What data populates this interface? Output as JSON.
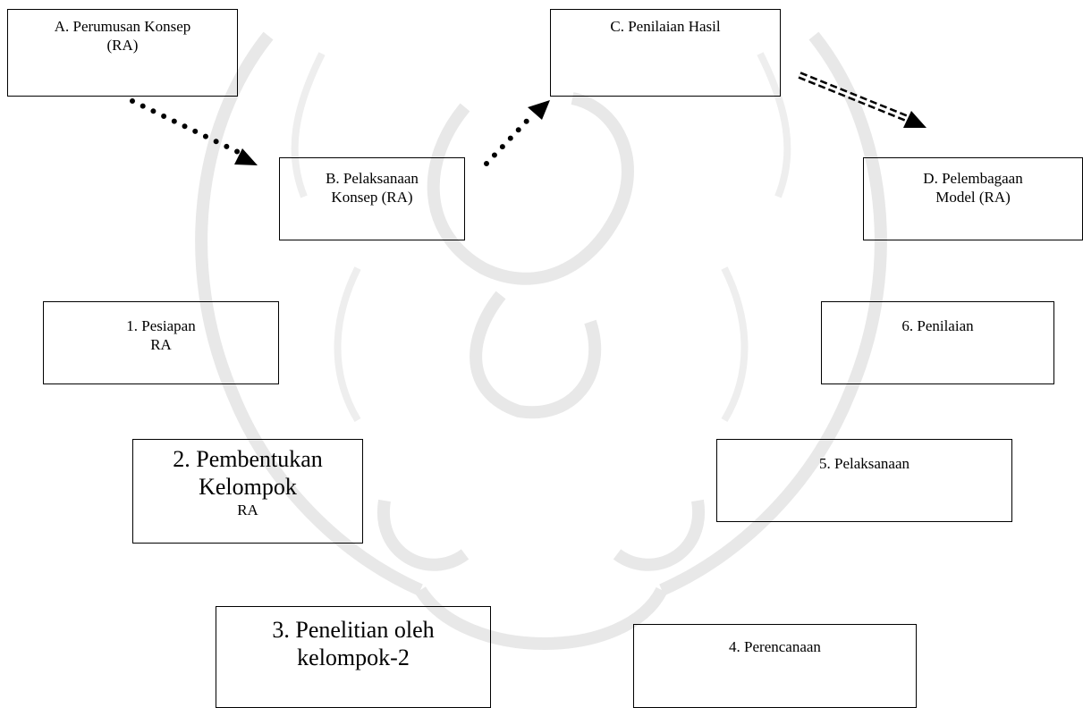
{
  "boxes": {
    "a": {
      "line1": "A. Perumusan Konsep",
      "line2": "(RA)"
    },
    "b": {
      "line1": "B. Pelaksanaan",
      "line2": "Konsep (RA)"
    },
    "c": {
      "line1": "C. Penilaian Hasil"
    },
    "d": {
      "line1": "D. Pelembagaan",
      "line2": "Model (RA)"
    },
    "s1": {
      "line1": "1. Pesiapan",
      "line2": "RA"
    },
    "s2": {
      "line1": "2. Pembentukan",
      "line2": "Kelompok",
      "line3": "RA"
    },
    "s3": {
      "line1": "3. Penelitian oleh",
      "line2": "kelompok-2"
    },
    "s4": {
      "line1": "4. Perencanaan"
    },
    "s5": {
      "line1": "5. Pelaksanaan"
    },
    "s6": {
      "line1": "6. Penilaian"
    }
  },
  "colors": {
    "line": "#000000",
    "watermark": "#e6e6e6"
  }
}
